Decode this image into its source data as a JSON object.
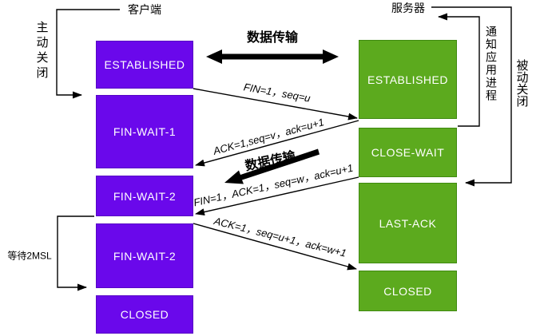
{
  "client": {
    "label": "客户端",
    "active_close_note": "主动关闭",
    "wait_note": "等待2MSL",
    "states": [
      "ESTABLISHED",
      "FIN-WAIT-1",
      "FIN-WAIT-2",
      "FIN-WAIT-2",
      "CLOSED"
    ]
  },
  "server": {
    "label": "服务器",
    "notify_note": "通知应用进程",
    "passive_close_note": "被动关闭",
    "states": [
      "ESTABLISHED",
      "CLOSE-WAIT",
      "LAST-ACK",
      "CLOSED"
    ]
  },
  "data_transfer_label": "数据传输",
  "messages": [
    {
      "label": "FIN=1，seq=u"
    },
    {
      "label": "ACK=1,seq=v，ack=u+1"
    },
    {
      "label": "FIN=1，ACK=1，seq=w，ack=u+1"
    },
    {
      "label": "ACK=1，seq=u+1，ack=w+1"
    }
  ],
  "colors": {
    "client-fill": "#6a08eb",
    "client-stroke": "#5606c4",
    "server-fill": "#5caa1e",
    "server-stroke": "#3f8a10",
    "box-text": "#ffffff",
    "line": "#000000"
  }
}
